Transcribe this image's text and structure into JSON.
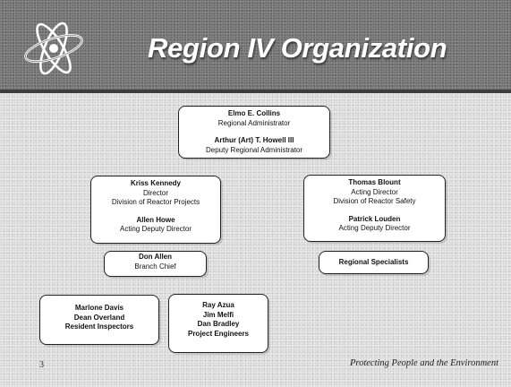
{
  "slide": {
    "title": "Region IV Organization",
    "page_number": "3",
    "tagline": "Protecting People and the Environment"
  },
  "org": {
    "regional_admin": {
      "name": "Elmo E. Collins",
      "role": "Regional Administrator",
      "deputy_name": "Arthur (Art) T. Howell III",
      "deputy_role": "Deputy Regional Administrator"
    },
    "reactor_projects": {
      "name": "Kriss Kennedy",
      "role": "Director",
      "division": "Division of Reactor Projects",
      "deputy_name": "Allen Howe",
      "deputy_role": "Acting Deputy Director"
    },
    "reactor_safety": {
      "name": "Thomas Blount",
      "role": "Acting Director",
      "division": "Division of Reactor Safety",
      "deputy_name": "Patrick Louden",
      "deputy_role": "Acting Deputy Director"
    },
    "branch_chief": {
      "name": "Don Allen",
      "role": "Branch Chief"
    },
    "regional_specialists": {
      "label": "Regional Specialists"
    },
    "resident_inspectors": {
      "names": [
        "Marlone Davis",
        "Dean Overland"
      ],
      "role": "Resident Inspectors"
    },
    "project_engineers": {
      "names": [
        "Ray Azua",
        "Jim Melfi",
        "Dan Bradley"
      ],
      "role": "Project Engineers"
    }
  }
}
